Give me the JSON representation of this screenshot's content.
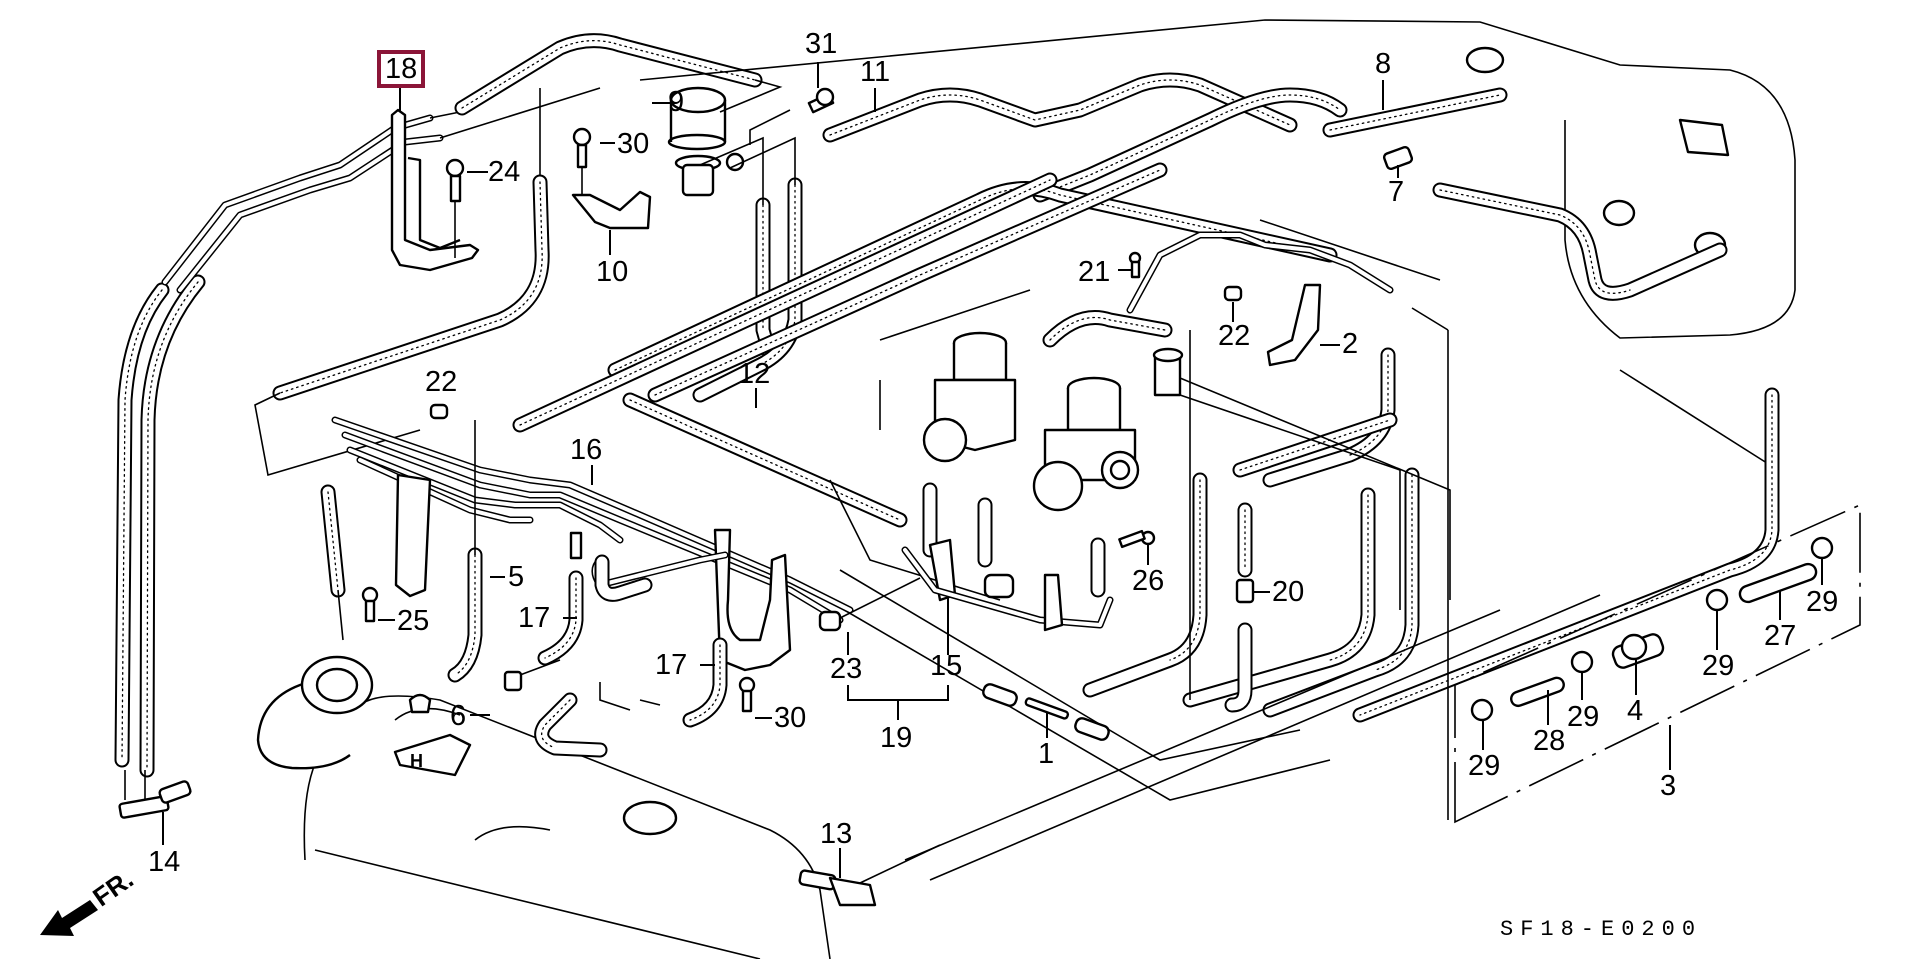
{
  "diagram": {
    "title": "Honda emissions / vacuum hose and tubing exploded parts diagram",
    "diagram_code": "SF18-E0200",
    "front_indicator": "FR.",
    "highlight_color": "#8b1538",
    "highlighted_callout": "18",
    "callouts": [
      {
        "id": "c18",
        "label": "18",
        "highlighted": true
      },
      {
        "id": "c31",
        "label": "31"
      },
      {
        "id": "c11",
        "label": "11"
      },
      {
        "id": "c8",
        "label": "8"
      },
      {
        "id": "c9",
        "label": "9"
      },
      {
        "id": "c30a",
        "label": "30"
      },
      {
        "id": "c24",
        "label": "24"
      },
      {
        "id": "c10",
        "label": "10"
      },
      {
        "id": "c7",
        "label": "7"
      },
      {
        "id": "c21",
        "label": "21"
      },
      {
        "id": "c22a",
        "label": "22"
      },
      {
        "id": "c2",
        "label": "2"
      },
      {
        "id": "c22b",
        "label": "22"
      },
      {
        "id": "c12",
        "label": "12"
      },
      {
        "id": "c16",
        "label": "16"
      },
      {
        "id": "c5",
        "label": "5"
      },
      {
        "id": "c26",
        "label": "26"
      },
      {
        "id": "c20",
        "label": "20"
      },
      {
        "id": "c25",
        "label": "25"
      },
      {
        "id": "c17a",
        "label": "17"
      },
      {
        "id": "c17b",
        "label": "17"
      },
      {
        "id": "c23",
        "label": "23"
      },
      {
        "id": "c15",
        "label": "15"
      },
      {
        "id": "c6",
        "label": "6"
      },
      {
        "id": "c30b",
        "label": "30"
      },
      {
        "id": "c19",
        "label": "19"
      },
      {
        "id": "c1",
        "label": "1"
      },
      {
        "id": "c14",
        "label": "14"
      },
      {
        "id": "c13",
        "label": "13"
      },
      {
        "id": "c29a",
        "label": "29"
      },
      {
        "id": "c28",
        "label": "28"
      },
      {
        "id": "c29b",
        "label": "29"
      },
      {
        "id": "c4",
        "label": "4"
      },
      {
        "id": "c29c",
        "label": "29"
      },
      {
        "id": "c27",
        "label": "27"
      },
      {
        "id": "c29d",
        "label": "29"
      },
      {
        "id": "c3",
        "label": "3"
      }
    ]
  }
}
